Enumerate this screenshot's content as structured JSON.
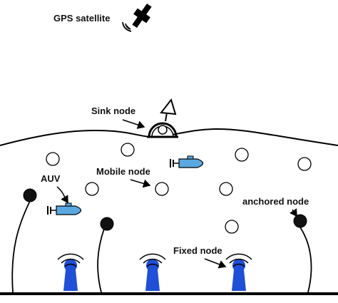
{
  "labels": {
    "gps": "GPS satellite",
    "sink": "Sink node",
    "auv": "AUV",
    "mobile": "Mobile node",
    "anchored": "anchored node",
    "fixed": "Fixed node"
  },
  "icons": {
    "satellite": "satellite-icon",
    "antenna": "antenna-icon",
    "auv": "auv-vehicle-icon",
    "fixed_node": "fixed-node-icon",
    "signal": "signal-waves-icon"
  },
  "colors": {
    "outline": "#000000",
    "auv_fill": "#5aa8e0",
    "fixed_node_fill": "#1f4fd6",
    "anchored_node_fill": "#111111",
    "mobile_node_fill": "#ffffff"
  }
}
